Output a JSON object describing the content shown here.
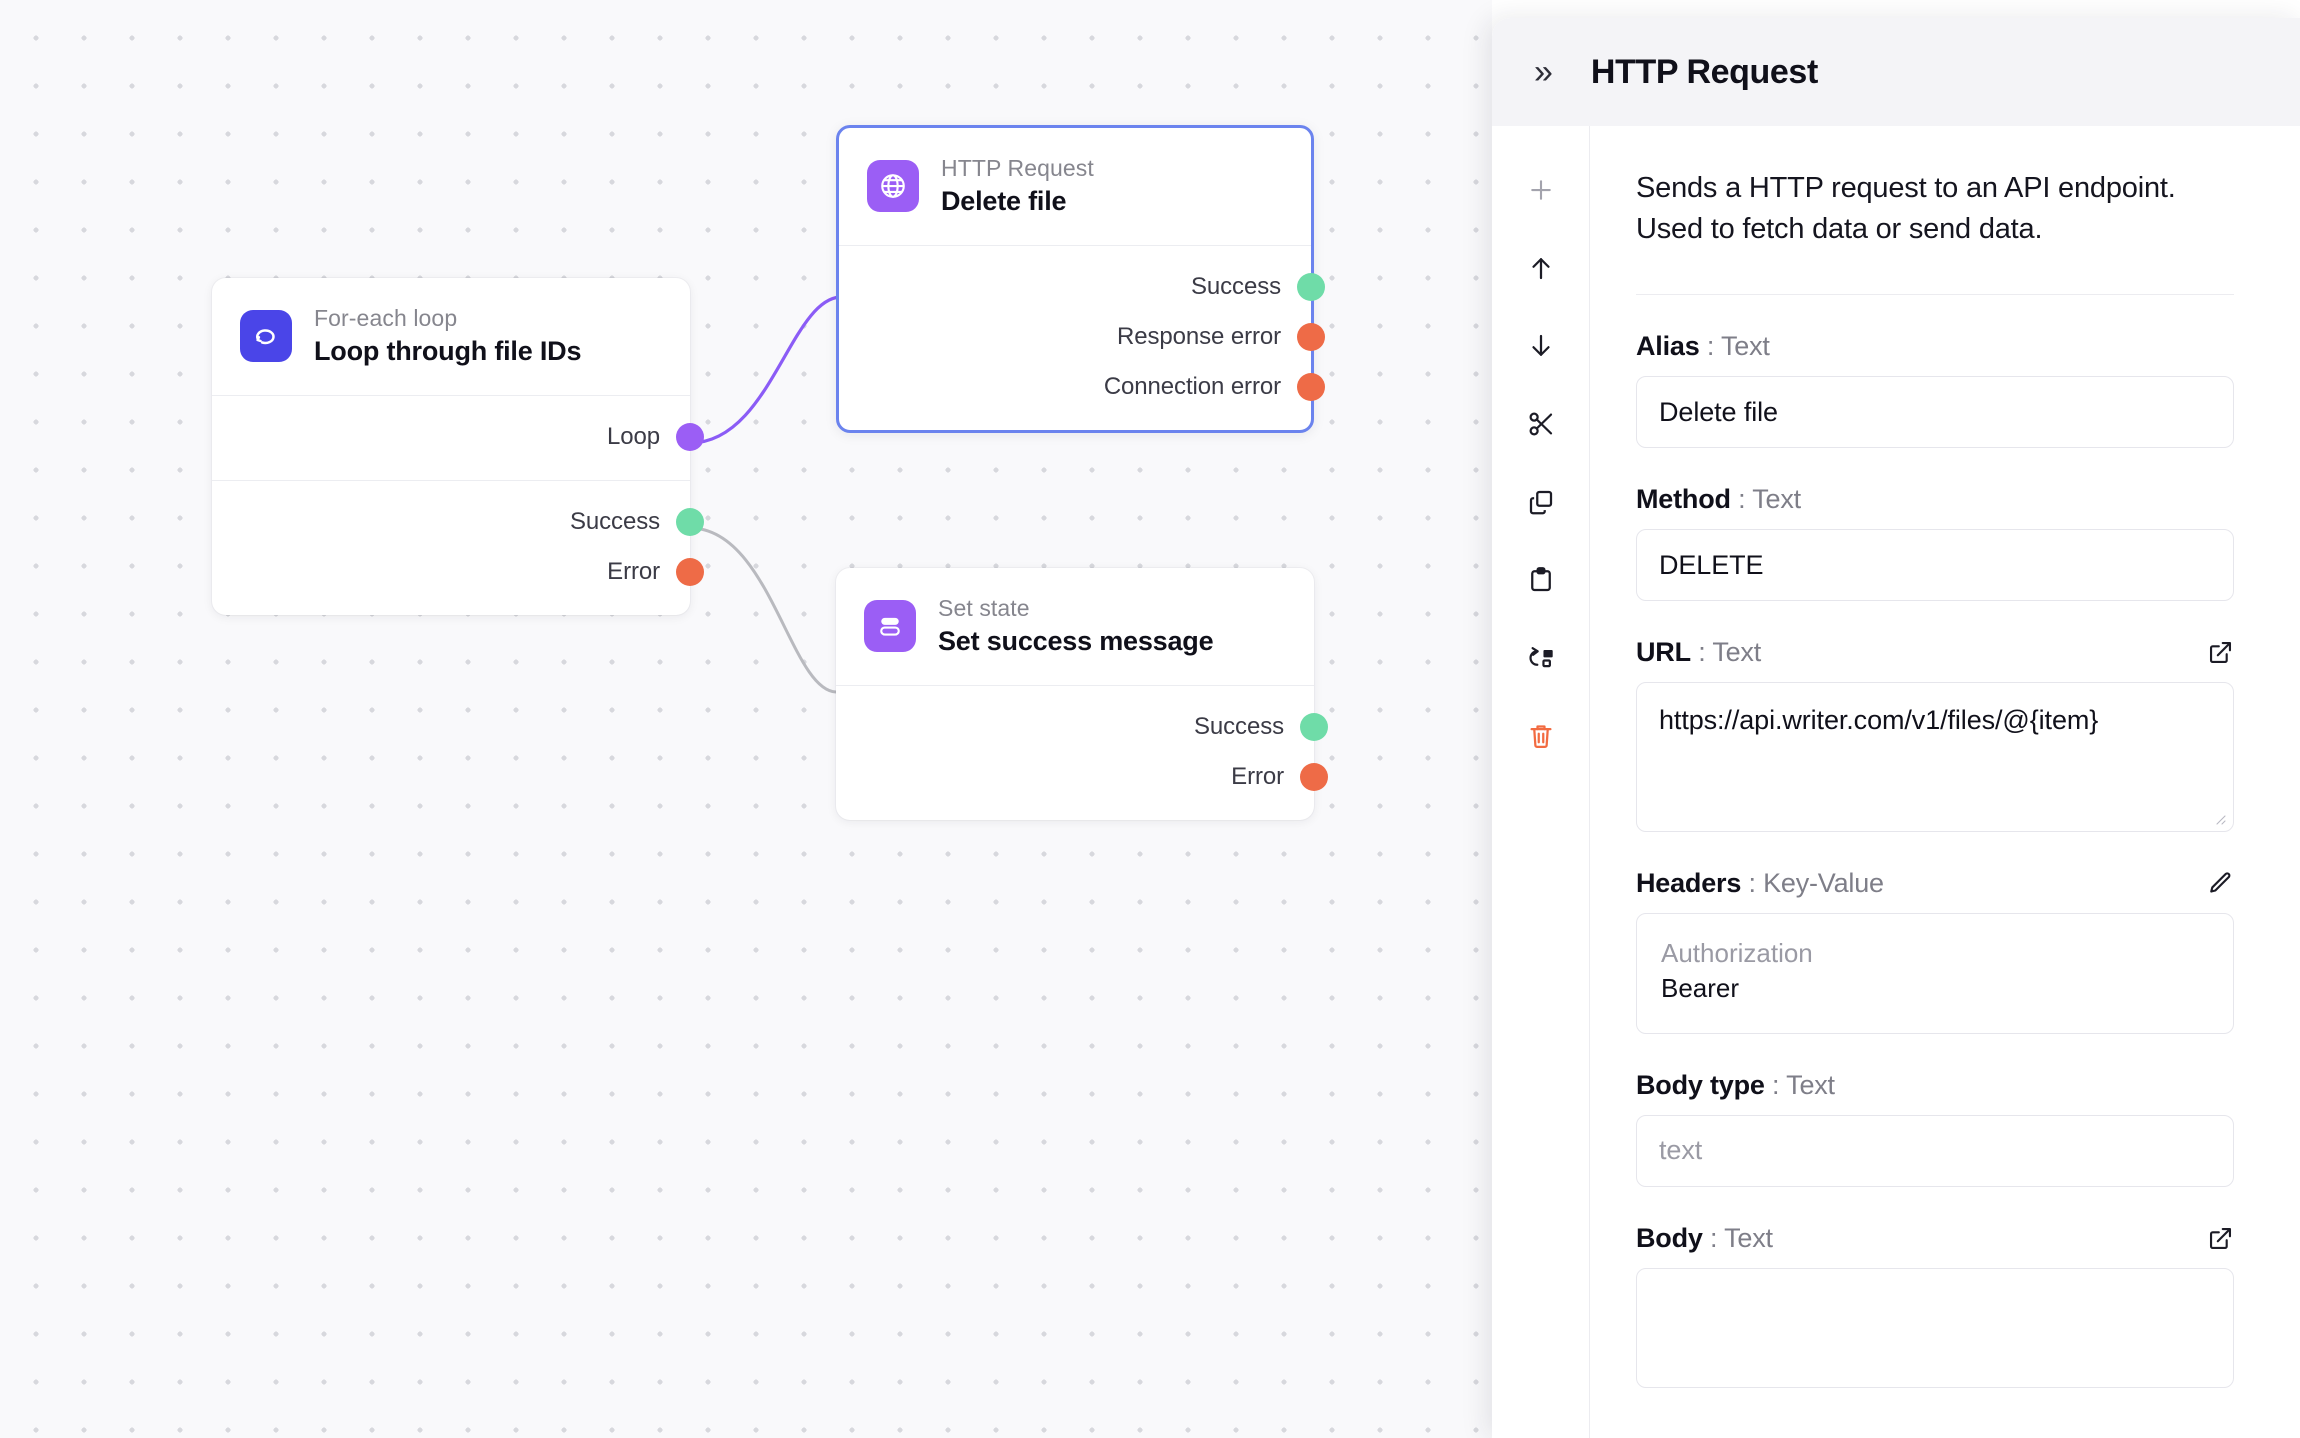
{
  "canvas": {
    "nodes": [
      {
        "id": "for-each-loop",
        "type": "For-each loop",
        "name": "Loop through file IDs",
        "icon": "loop-icon",
        "icon_color": "#4a45e8",
        "ports": [
          {
            "label": "Loop",
            "color": "#9b5ef5"
          },
          {
            "label": "Success",
            "color": "#6fdca8"
          },
          {
            "label": "Error",
            "color": "#ee6b47"
          }
        ]
      },
      {
        "id": "http-request",
        "type": "HTTP Request",
        "name": "Delete file",
        "icon": "globe-icon",
        "icon_color": "#9b5ef5",
        "selected": true,
        "selected_border_color": "#6b83ee",
        "ports": [
          {
            "label": "Success",
            "color": "#6fdca8"
          },
          {
            "label": "Response error",
            "color": "#ee6b47"
          },
          {
            "label": "Connection error",
            "color": "#ee6b47"
          }
        ]
      },
      {
        "id": "set-state",
        "type": "Set state",
        "name": "Set success message",
        "icon": "set-state-icon",
        "icon_color": "#9b5ef5",
        "ports": [
          {
            "label": "Success",
            "color": "#6fdca8"
          },
          {
            "label": "Error",
            "color": "#ee6b47"
          }
        ]
      }
    ],
    "edges": [
      {
        "from": "loop-port",
        "to": "http-request",
        "color": "#8b5cf6"
      },
      {
        "from": "success-port",
        "to": "set-state",
        "color": "#b9babf"
      }
    ]
  },
  "panel": {
    "collapse_label": "»",
    "title": "HTTP Request",
    "description": "Sends a HTTP request to an API endpoint. Used to fetch data or send data.",
    "tools": [
      {
        "name": "add-icon",
        "label": "+"
      },
      {
        "name": "move-up-icon",
        "label": "↑"
      },
      {
        "name": "move-down-icon",
        "label": "↓"
      },
      {
        "name": "cut-icon",
        "label": "Cut"
      },
      {
        "name": "copy-icon",
        "label": "Copy"
      },
      {
        "name": "paste-icon",
        "label": "Paste"
      },
      {
        "name": "run-icon",
        "label": "Run"
      },
      {
        "name": "delete-icon",
        "label": "Delete",
        "color": "#f26b41"
      }
    ],
    "fields": {
      "alias": {
        "label": "Alias",
        "type": "Text",
        "value": "Delete file"
      },
      "method": {
        "label": "Method",
        "type": "Text",
        "value": "DELETE"
      },
      "url": {
        "label": "URL",
        "type": "Text",
        "value": "https://api.writer.com/v1/files/@{item}",
        "action": "expand-icon"
      },
      "headers": {
        "label": "Headers",
        "type": "Key-Value",
        "key": "Authorization",
        "value": "Bearer",
        "action": "edit-icon"
      },
      "body_type": {
        "label": "Body type",
        "type": "Text",
        "placeholder": "text"
      },
      "body": {
        "label": "Body",
        "type": "Text",
        "value": "",
        "action": "expand-icon"
      }
    }
  }
}
